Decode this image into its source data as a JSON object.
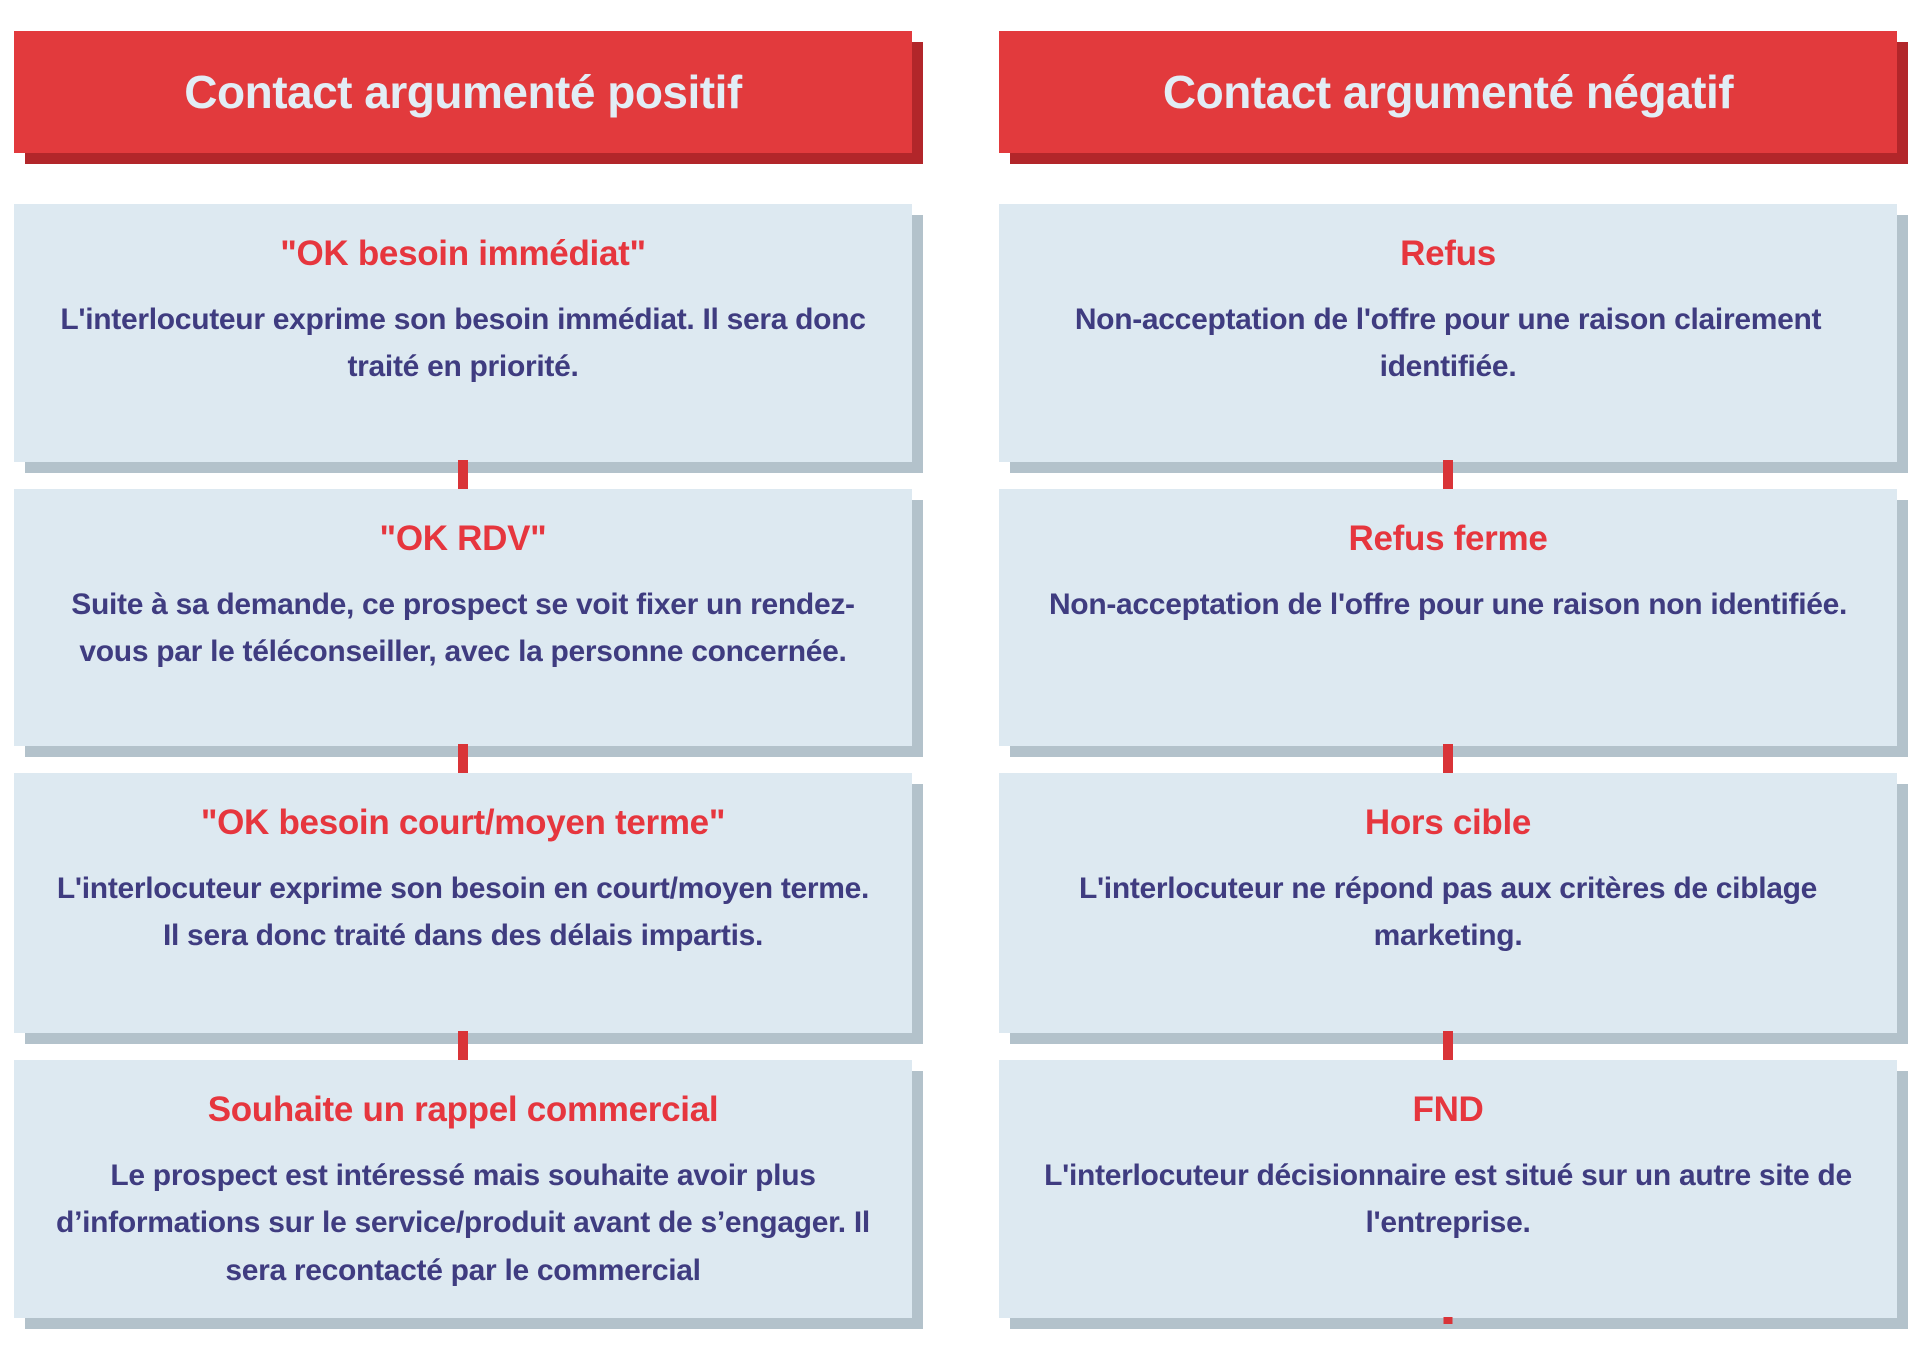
{
  "colors": {
    "header_bg": "#e23a3d",
    "header_shadow": "#b2262a",
    "header_text": "#e2edf5",
    "card_bg": "#dde9f1",
    "card_shadow": "#b3c2cb",
    "title_red": "#e6363e",
    "body_navy": "#3f3c80",
    "connector_red": "#d93438",
    "page_bg": "#ffffff"
  },
  "columns": [
    {
      "id": "positive",
      "header": "Contact argumenté positif",
      "boxes": [
        {
          "title": "\"OK besoin immédiat\"",
          "body": "L'interlocuteur exprime son besoin immédiat. Il sera donc traité en priorité."
        },
        {
          "title": "\"OK RDV\"",
          "body": "Suite à sa demande, ce prospect se voit fixer un rendez-vous par le téléconseiller, avec la personne concernée."
        },
        {
          "title": "\"OK besoin court/moyen terme\"",
          "body": "L'interlocuteur exprime son besoin en court/moyen terme. Il sera donc traité dans des délais impartis."
        },
        {
          "title": "Souhaite un rappel commercial",
          "body": "Le prospect est intéressé mais souhaite avoir plus d’informations sur le service/produit avant de s’engager. Il sera recontacté par le commercial"
        }
      ]
    },
    {
      "id": "negative",
      "header": "Contact argumenté négatif",
      "boxes": [
        {
          "title": "Refus",
          "body": "Non-acceptation de l'offre pour une raison clairement identifiée."
        },
        {
          "title": "Refus ferme",
          "body": "Non-acceptation de l'offre pour une raison non identifiée."
        },
        {
          "title": "Hors cible",
          "body": "L'interlocuteur ne répond pas aux critères de ciblage marketing."
        },
        {
          "title": "FND",
          "body": "L'interlocuteur décisionnaire est situé sur un autre site de l'entreprise."
        }
      ]
    }
  ]
}
